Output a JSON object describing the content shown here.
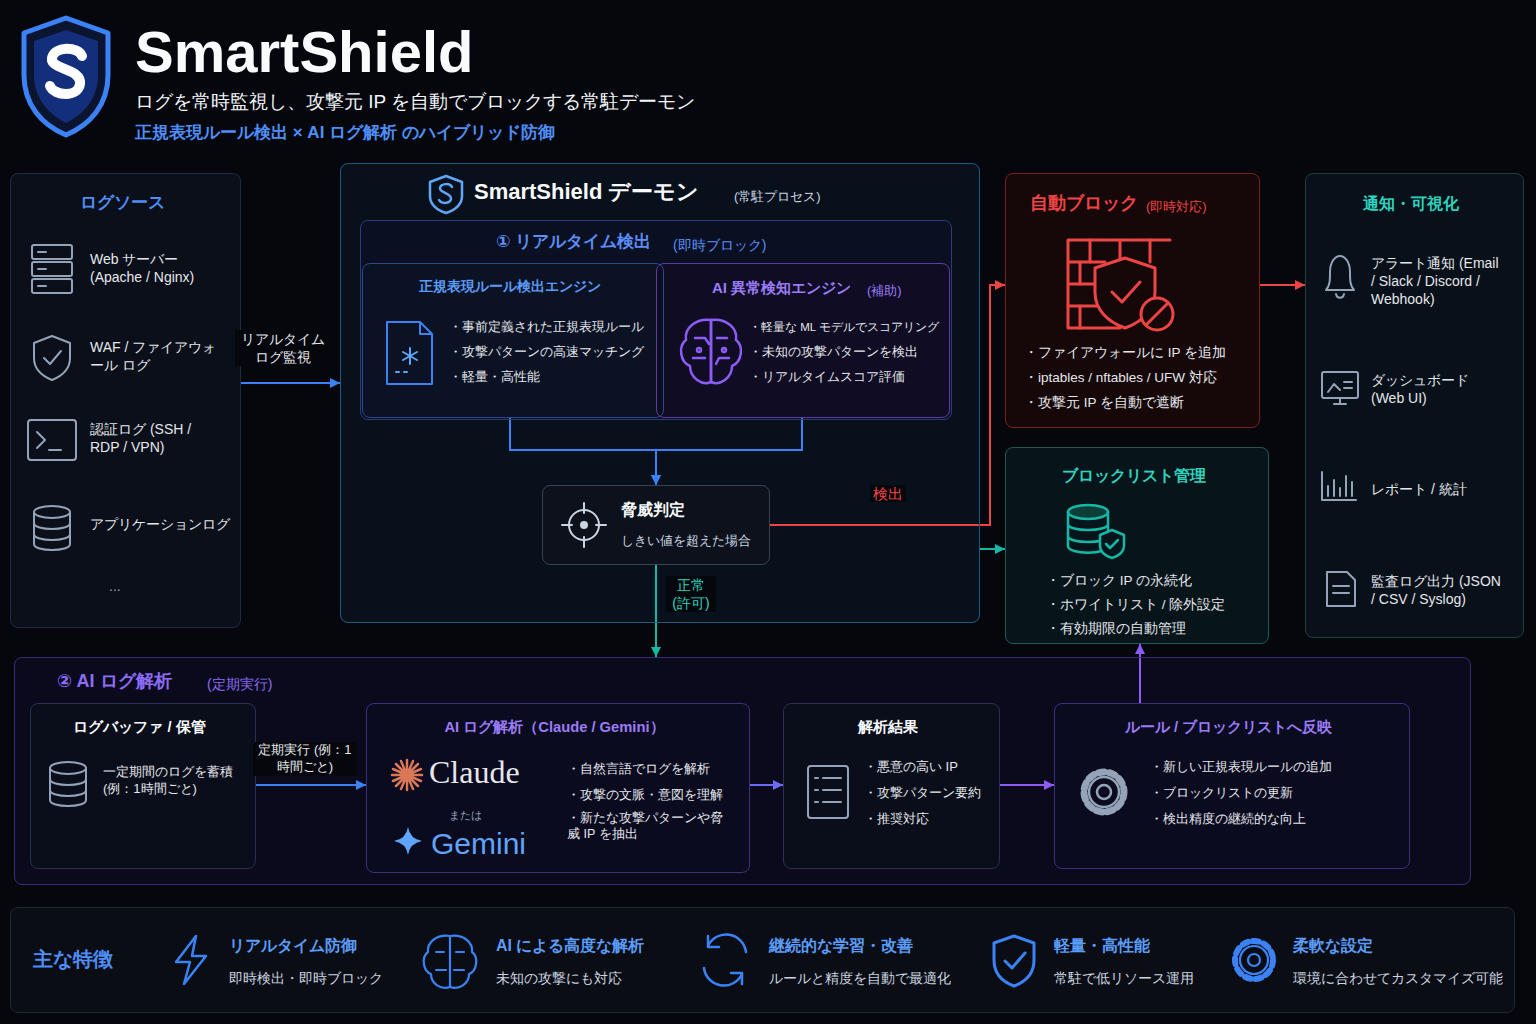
{
  "diagram": {
    "title": "SmartShield",
    "nodes": [
      {
        "text": [
          "ログソース",
          "Web サーバー (Apache / Nginx)",
          "WAF / ファイアウォール ログ",
          "認証ログ (SSH / RDP / VPN)",
          "アプリケーションログ",
          "..."
        ]
      },
      {
        "text": [
          "SmartShield デーモン",
          "(常駐プロセス)"
        ]
      },
      {
        "text": [
          "① リアルタイム検出",
          "(即時ブロック)"
        ],
        "in": 1
      },
      {
        "text": [
          "正規表現ルール検出エンジン",
          "・事前定義された正規表現ルール",
          "・攻撃パターンの高速マッチング",
          "・軽量・高性能"
        ],
        "in": 2
      },
      {
        "text": [
          "AI 異常検知エンジン",
          "(補助)",
          "・軽量な ML モデルでスコアリング",
          "・未知の攻撃パターンを検出",
          "・リアルタイムスコア評価"
        ],
        "in": 2
      },
      {
        "text": [
          "脅威判定",
          "しきい値を超えた場合"
        ],
        "in": 1
      },
      {
        "text": [
          "自動ブロック",
          "(即時対応)",
          "・ファイアウォールに IP を追加",
          "・iptables / nftables / UFW 対応",
          "・攻撃元 IP を自動で遮断"
        ]
      },
      {
        "text": [
          "ブロックリスト管理",
          "・ブロック IP の永続化",
          "・ホワイトリスト / 除外設定",
          "・有効期限の自動管理"
        ]
      },
      {
        "text": [
          "通知・可視化",
          "アラート通知 (Email / Slack / Discord / Webhook)",
          "ダッシュボード (Web UI)",
          "レポート / 統計",
          "監査ログ出力 (JSON / CSV / Syslog)"
        ]
      },
      {
        "text": [
          "② AI ログ解析",
          "(定期実行)"
        ]
      },
      {
        "text": [
          "ログバッファ / 保管",
          "一定期間のログを蓄積 (例：1時間ごと)"
        ],
        "in": 9
      },
      {
        "text": [
          "AI ログ解析（Claude / Gemini）",
          "Claude",
          "または",
          "Gemini",
          "・自然言語でログを解析",
          "・攻撃の文脈・意図を理解",
          "・新たな攻撃パターンや脅威 IP を抽出"
        ],
        "in": 9
      },
      {
        "text": [
          "解析結果",
          "・悪意の高い IP",
          "・攻撃パターン要約",
          "・推奨対応"
        ],
        "in": 9
      },
      {
        "text": [
          "ルール / ブロックリストへ反映",
          "・新しい正規表現ルールの追加",
          "・ブロックリストの更新",
          "・検出精度の継続的な向上"
        ],
        "in": 9
      },
      {
        "text": [
          "主な特徴",
          "リアルタイム防御",
          "即時検出・即時ブロック",
          "AI による高度な解析",
          "未知の攻撃にも対応",
          "継続的な学習・改善",
          "ルールと精度を自動で最適化",
          "軽量・高性能",
          "常駐で低リソース運用",
          "柔軟な設定",
          "環境に合わせてカスタマイズ可能"
        ]
      }
    ],
    "edges": [
      {
        "from": 0,
        "to": 1,
        "arrow": "to",
        "label": "リアルタイム ログ監視"
      },
      {
        "from": 3,
        "to": 5,
        "arrow": "to"
      },
      {
        "from": 4,
        "to": 5,
        "arrow": "to"
      },
      {
        "from": 5,
        "to": 6,
        "arrow": "to",
        "label": "検出"
      },
      {
        "from": 5,
        "to": 9,
        "arrow": "to",
        "label": "正常 (許可)"
      },
      {
        "from": 1,
        "to": 7,
        "arrow": "to"
      },
      {
        "from": 6,
        "to": 8,
        "arrow": "to"
      },
      {
        "from": 10,
        "to": 11,
        "arrow": "to",
        "label": "定期実行 (例：1時間ごと)"
      },
      {
        "from": 11,
        "to": 12,
        "arrow": "to"
      },
      {
        "from": 12,
        "to": 13,
        "arrow": "to"
      },
      {
        "from": 13,
        "to": 7,
        "arrow": "to"
      }
    ],
    "labels": [
      "ログを常時監視し、攻撃元 IP を自動でブロックする常駐デーモン",
      "正規表現ルール検出 × AI ログ解析 のハイブリッド防御"
    ]
  }
}
